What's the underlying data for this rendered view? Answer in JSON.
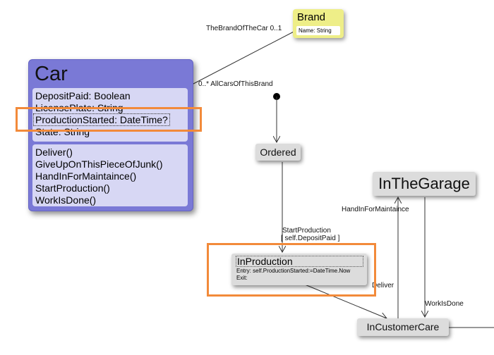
{
  "car": {
    "title": "Car",
    "attributes": [
      "DepositPaid: Boolean",
      "LicensePlate: String",
      "ProductionStarted: DateTime?",
      "State: String"
    ],
    "operations": [
      "Deliver()",
      "GiveUpOnThisPieceOfJunk()",
      "HandInForMaintaince()",
      "StartProduction()",
      "WorkIsDone()"
    ]
  },
  "brand": {
    "title": "Brand",
    "attribute": "Name: String"
  },
  "association": {
    "brand_end": "TheBrandOfTheCar 0..1",
    "car_end": "0..* AllCarsOfThisBrand"
  },
  "states": {
    "ordered": "Ordered",
    "in_the_garage": "InTheGarage",
    "in_customer_care": "InCustomerCare",
    "in_production": {
      "title": "InProduction",
      "entry": "Entry: self.ProductionStarted:=DateTime.Now",
      "exit": "Exit:"
    }
  },
  "transitions": {
    "start_production": "StartProduction",
    "start_production_guard": "[ self.DepositPaid ]",
    "deliver": "Deliver",
    "hand_in": "HandInForMaintaince",
    "work_done": "WorkIsDone"
  },
  "colors": {
    "class_header": "#7a79d6",
    "class_compartment": "#d7d7f4",
    "brand_fill": "#eeee88",
    "state_fill": "#dcdcdc",
    "highlight": "#f28a3a"
  }
}
